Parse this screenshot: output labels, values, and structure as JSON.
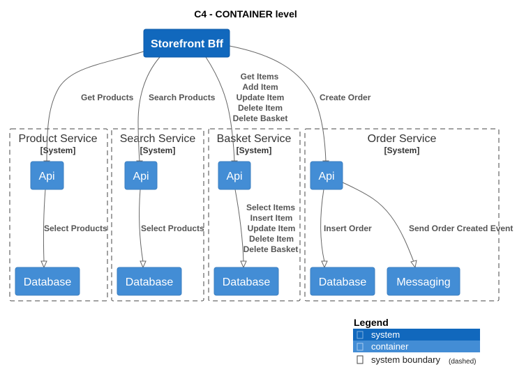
{
  "diagram": {
    "title": "C4 - CONTAINER level",
    "top_container": {
      "label": "Storefront Bff"
    },
    "boundaries": [
      {
        "id": "product",
        "name": "Product Service",
        "kind": "[System]"
      },
      {
        "id": "search",
        "name": "Search Service",
        "kind": "[System]"
      },
      {
        "id": "basket",
        "name": "Basket Service",
        "kind": "[System]"
      },
      {
        "id": "order",
        "name": "Order Service",
        "kind": "[System]"
      }
    ],
    "containers": {
      "product_api": "Api",
      "product_db": "Database",
      "search_api": "Api",
      "search_db": "Database",
      "basket_api": "Api",
      "basket_db": "Database",
      "order_api": "Api",
      "order_db": "Database",
      "order_messaging": "Messaging"
    },
    "relations": {
      "bff_product": [
        "Get Products"
      ],
      "bff_search": [
        "Search Products"
      ],
      "bff_basket": [
        "Get Items",
        "Add Item",
        "Update Item",
        "Delete Item",
        "Delete Basket"
      ],
      "bff_order": [
        "Create Order"
      ],
      "product_api_db": [
        "Select Products"
      ],
      "search_api_db": [
        "Select Products"
      ],
      "basket_api_db": [
        "Select Items",
        "Insert Item",
        "Update Item",
        "Delete Item",
        "Delete Basket"
      ],
      "order_api_db": [
        "Insert Order"
      ],
      "order_api_messaging": [
        "Send Order Created Event"
      ]
    }
  },
  "legend": {
    "title": "Legend",
    "items": [
      {
        "label": "system",
        "color": "#1168bd"
      },
      {
        "label": "container",
        "color": "#438dd5"
      },
      {
        "label": "system boundary",
        "note": "(dashed)"
      }
    ]
  },
  "colors": {
    "system": "#1168bd",
    "container": "#438dd5",
    "edge": "#666666",
    "boundary": "#444444"
  }
}
